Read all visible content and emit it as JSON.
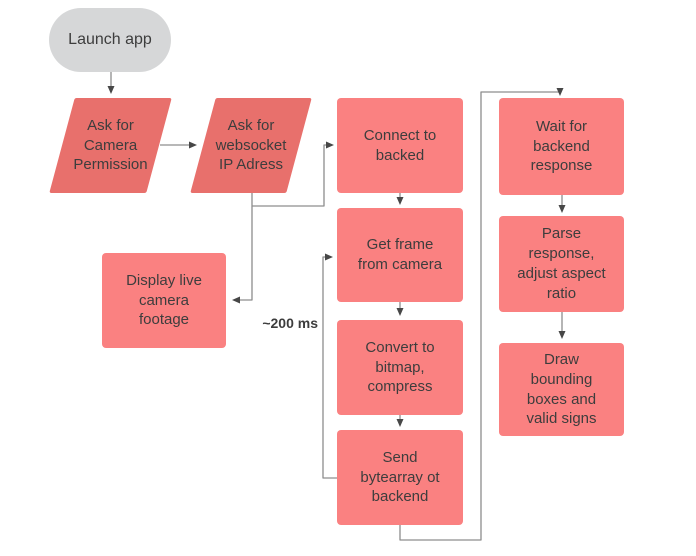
{
  "diagram": {
    "type": "flowchart",
    "nodes": {
      "launch": {
        "label": "Launch app",
        "shape": "terminator"
      },
      "permission": {
        "label": "Ask for\nCamera\nPermission",
        "shape": "parallelogram"
      },
      "websocket": {
        "label": "Ask for\nwebsocket\nIP Adress",
        "shape": "parallelogram"
      },
      "connect": {
        "label": "Connect to\nbacked",
        "shape": "process"
      },
      "getframe": {
        "label": "Get frame\nfrom camera",
        "shape": "process"
      },
      "convert": {
        "label": "Convert to\nbitmap,\ncompress",
        "shape": "process"
      },
      "send": {
        "label": "Send\nbytearray ot\nbackend",
        "shape": "process"
      },
      "wait": {
        "label": "Wait for\nbackend\nresponse",
        "shape": "process"
      },
      "parse": {
        "label": "Parse\nresponse,\nadjust aspect\nratio",
        "shape": "process"
      },
      "draw": {
        "label": "Draw\nbounding\nboxes and\nvalid signs",
        "shape": "process"
      },
      "display": {
        "label": "Display live\ncamera\nfootage",
        "shape": "process"
      }
    },
    "edges": [
      "launch -> permission",
      "permission -> websocket",
      "websocket -> connect",
      "websocket -> display",
      "connect -> getframe",
      "getframe -> convert",
      "convert -> send",
      "send -> getframe (loop)",
      "send -> wait",
      "wait -> parse",
      "parse -> draw"
    ],
    "annotations": {
      "loop_time": "~200 ms"
    },
    "colors": {
      "process_fill": "#fa8181",
      "parallelogram_fill": "#e8706c",
      "terminator_fill": "#d6d7d8",
      "text": "#3d3d3d",
      "line": "#8d8d8d",
      "arrowhead": "#474747",
      "background": "#ffffff"
    }
  }
}
